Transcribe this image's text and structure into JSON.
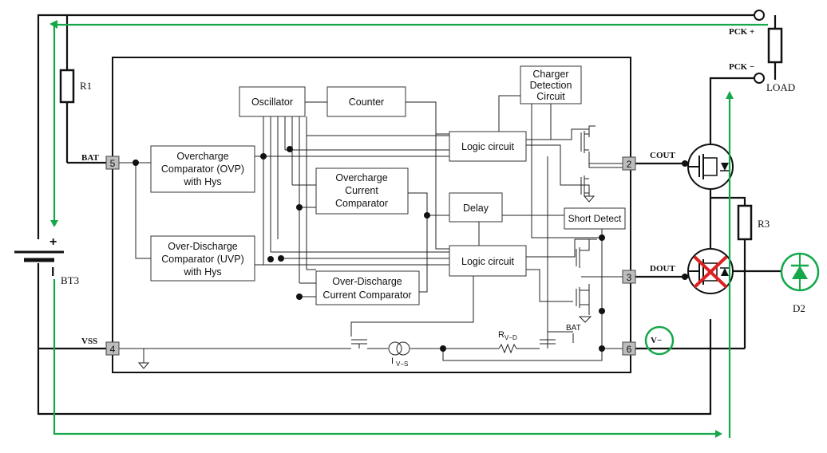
{
  "blocks": {
    "ovp": [
      "Overcharge",
      "Comparator (OVP)",
      "with Hys"
    ],
    "uvp": [
      "Over-Discharge",
      "Comparator (UVP)",
      "with Hys"
    ],
    "oscillator": "Oscillator",
    "counter": "Counter",
    "charger_detect": [
      "Charger",
      "Detection",
      "Circuit"
    ],
    "logic_top": "Logic circuit",
    "logic_bottom": "Logic circuit",
    "oc_comp": [
      "Overcharge",
      "Current",
      "Comparator"
    ],
    "od_comp": [
      "Over-Discharge",
      "Current Comparator"
    ],
    "delay": "Delay",
    "short_detect": "Short Detect"
  },
  "pins": {
    "p5": "5",
    "p2": "2",
    "p3": "3",
    "p4": "4",
    "p6": "6"
  },
  "pin_labels": {
    "bat": "BAT",
    "cout": "COUT",
    "dout": "DOUT",
    "vss": "VSS",
    "vminus": "V−"
  },
  "components": {
    "r1": "R1",
    "r3": "R3",
    "bt3": "BT3",
    "d2": "D2",
    "load": "LOAD",
    "pck_plus": "PCK +",
    "pck_minus": "PCK −",
    "bat_small": "BAT",
    "bt_plus": "+",
    "bt_minus": "I"
  },
  "sub_labels": {
    "rvd_main": "R",
    "rvd_sub": "V−D",
    "ivs_main": "I",
    "ivs_sub": "V−S"
  },
  "colors": {
    "current_path": "#14a84a",
    "fault_mark": "#e02020",
    "line": "#222222"
  }
}
